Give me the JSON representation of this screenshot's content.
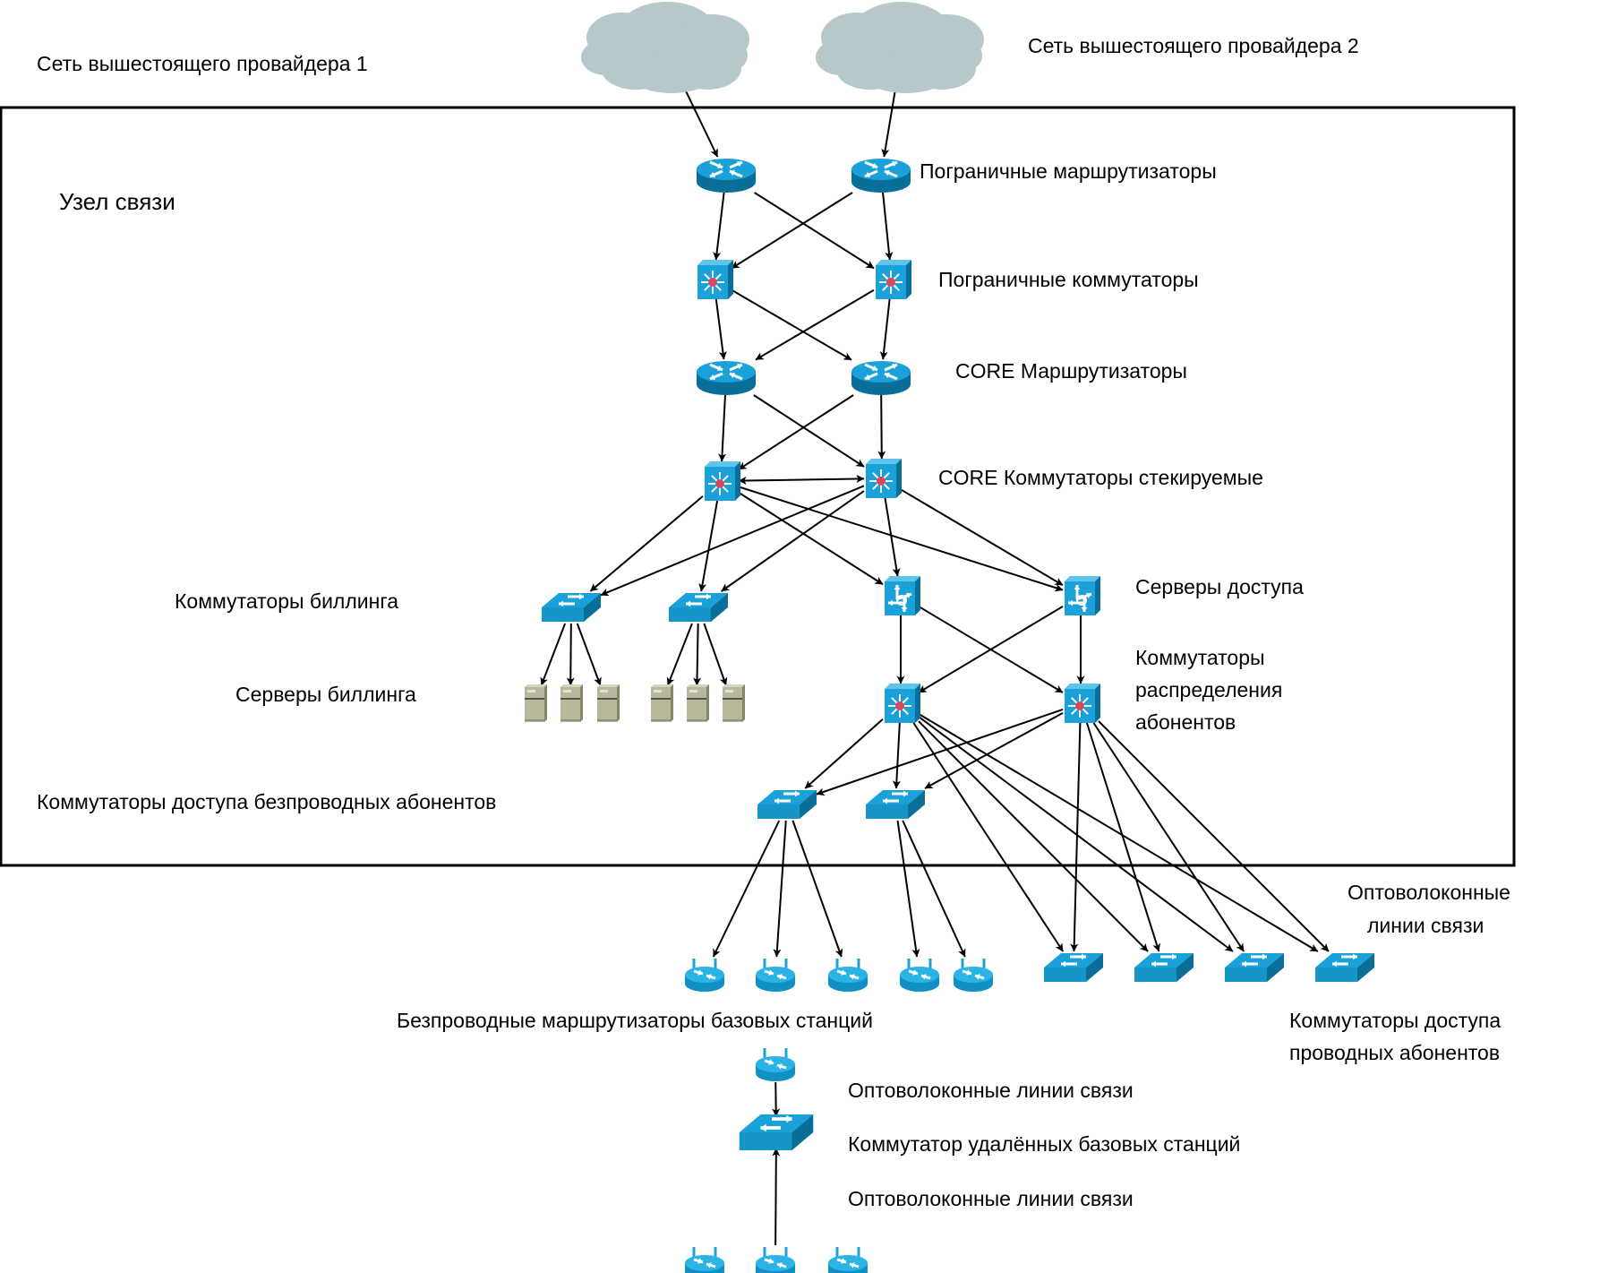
{
  "title": "Узел связи",
  "clouds": [
    {
      "id": "cloud1",
      "label": "Сеть вышестоящего провайдера 1"
    },
    {
      "id": "cloud2",
      "label": "Сеть вышестоящего провайдера 2"
    }
  ],
  "labels": {
    "node_title": "Узел связи",
    "border_routers": "Пограничные маршрутизаторы",
    "border_switches": "Пограничные коммутаторы",
    "core_routers": "CORE Маршрутизаторы",
    "core_switches": "CORE Коммутаторы стекируемые",
    "billing_switches": "Коммутаторы биллинга",
    "billing_servers": "Серверы биллинга",
    "access_servers": "Серверы доступа",
    "distribution_switches": [
      "Коммутаторы",
      "распределения",
      "абонентов"
    ],
    "wireless_access_switches": "Коммутаторы доступа безпроводных абонентов",
    "fiber_lines_right": [
      "Оптоволоконные",
      "линии связи"
    ],
    "wireless_base_routers": "Безпроводные маршрутизаторы базовых станций",
    "wired_access_switches": [
      "Коммутаторы доступа",
      "проводных абонентов"
    ],
    "fiber_lines_1": "Оптоволоконные линии связи",
    "remote_bs_switch": "Коммутатор удалённых базовых станций",
    "fiber_lines_2": "Оптоволоконные линии связи"
  },
  "colors": {
    "device_blue": "#1ba1d9",
    "device_dark": "#0a6f98",
    "cloud": "#b6c8ca",
    "server": "#b8b89c",
    "layer3_badge": "#d9485f"
  },
  "nodes": [
    {
      "id": "br1",
      "type": "router"
    },
    {
      "id": "br2",
      "type": "router"
    },
    {
      "id": "bs1",
      "type": "l3switch"
    },
    {
      "id": "bs2",
      "type": "l3switch"
    },
    {
      "id": "cr1",
      "type": "router"
    },
    {
      "id": "cr2",
      "type": "router"
    },
    {
      "id": "cs1",
      "type": "l3switch"
    },
    {
      "id": "cs2",
      "type": "l3switch"
    },
    {
      "id": "bsw1",
      "type": "switch"
    },
    {
      "id": "bsw2",
      "type": "switch"
    },
    {
      "id": "srv1",
      "type": "server"
    },
    {
      "id": "srv2",
      "type": "server"
    },
    {
      "id": "srv3",
      "type": "server"
    },
    {
      "id": "srv4",
      "type": "server"
    },
    {
      "id": "srv5",
      "type": "server"
    },
    {
      "id": "srv6",
      "type": "server"
    },
    {
      "id": "as1",
      "type": "accessserver"
    },
    {
      "id": "as2",
      "type": "accessserver"
    },
    {
      "id": "ds1",
      "type": "l3switch"
    },
    {
      "id": "ds2",
      "type": "l3switch"
    },
    {
      "id": "wsw1",
      "type": "switch"
    },
    {
      "id": "wsw2",
      "type": "switch"
    },
    {
      "id": "wr1",
      "type": "wireless"
    },
    {
      "id": "wr2",
      "type": "wireless"
    },
    {
      "id": "wr3",
      "type": "wireless"
    },
    {
      "id": "wr4",
      "type": "wireless"
    },
    {
      "id": "wr5",
      "type": "wireless"
    },
    {
      "id": "asw1",
      "type": "switch"
    },
    {
      "id": "asw2",
      "type": "switch"
    },
    {
      "id": "asw3",
      "type": "switch"
    },
    {
      "id": "asw4",
      "type": "switch"
    },
    {
      "id": "wr6",
      "type": "wireless"
    },
    {
      "id": "rsw",
      "type": "switch"
    },
    {
      "id": "wr7",
      "type": "wireless"
    },
    {
      "id": "wr8",
      "type": "wireless"
    },
    {
      "id": "wr9",
      "type": "wireless"
    }
  ],
  "links": [
    {
      "from": "cloud1",
      "to": "br1"
    },
    {
      "from": "cloud2",
      "to": "br2"
    },
    {
      "from": "br1",
      "to": "bs1"
    },
    {
      "from": "br1",
      "to": "bs2"
    },
    {
      "from": "br2",
      "to": "bs1"
    },
    {
      "from": "br2",
      "to": "bs2"
    },
    {
      "from": "bs1",
      "to": "cr1"
    },
    {
      "from": "bs1",
      "to": "cr2"
    },
    {
      "from": "bs2",
      "to": "cr1"
    },
    {
      "from": "bs2",
      "to": "cr2"
    },
    {
      "from": "cr1",
      "to": "cs1"
    },
    {
      "from": "cr1",
      "to": "cs2"
    },
    {
      "from": "cr2",
      "to": "cs1"
    },
    {
      "from": "cr2",
      "to": "cs2"
    },
    {
      "from": "cs1",
      "to": "cs2",
      "bidirectional": true
    },
    {
      "from": "cs1",
      "to": "bsw1"
    },
    {
      "from": "cs1",
      "to": "bsw2"
    },
    {
      "from": "cs2",
      "to": "bsw1"
    },
    {
      "from": "cs2",
      "to": "bsw2"
    },
    {
      "from": "cs1",
      "to": "as1"
    },
    {
      "from": "cs1",
      "to": "as2"
    },
    {
      "from": "cs2",
      "to": "as1"
    },
    {
      "from": "cs2",
      "to": "as2"
    },
    {
      "from": "bsw1",
      "to": "srv1"
    },
    {
      "from": "bsw1",
      "to": "srv2"
    },
    {
      "from": "bsw1",
      "to": "srv3"
    },
    {
      "from": "bsw2",
      "to": "srv4"
    },
    {
      "from": "bsw2",
      "to": "srv5"
    },
    {
      "from": "bsw2",
      "to": "srv6"
    },
    {
      "from": "as1",
      "to": "ds1"
    },
    {
      "from": "as1",
      "to": "ds2"
    },
    {
      "from": "as2",
      "to": "ds1"
    },
    {
      "from": "as2",
      "to": "ds2"
    },
    {
      "from": "ds1",
      "to": "wsw1"
    },
    {
      "from": "ds1",
      "to": "wsw2"
    },
    {
      "from": "ds2",
      "to": "wsw1"
    },
    {
      "from": "ds2",
      "to": "wsw2"
    },
    {
      "from": "wsw1",
      "to": "wr1"
    },
    {
      "from": "wsw1",
      "to": "wr2"
    },
    {
      "from": "wsw1",
      "to": "wr3"
    },
    {
      "from": "wsw2",
      "to": "wr4"
    },
    {
      "from": "wsw2",
      "to": "wr5"
    },
    {
      "from": "ds1",
      "to": "asw1"
    },
    {
      "from": "ds1",
      "to": "asw2"
    },
    {
      "from": "ds1",
      "to": "asw3"
    },
    {
      "from": "ds1",
      "to": "asw4"
    },
    {
      "from": "ds2",
      "to": "asw1"
    },
    {
      "from": "ds2",
      "to": "asw2"
    },
    {
      "from": "ds2",
      "to": "asw3"
    },
    {
      "from": "ds2",
      "to": "asw4"
    },
    {
      "from": "wr6",
      "to": "rsw"
    },
    {
      "from": "wr8",
      "to": "rsw"
    }
  ]
}
